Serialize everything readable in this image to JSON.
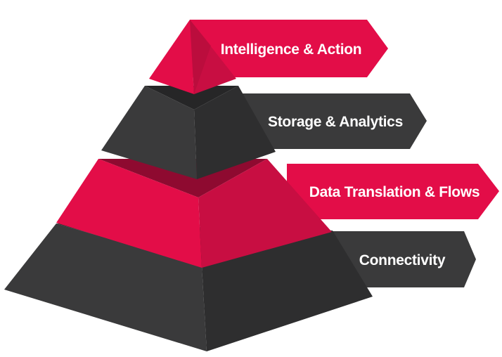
{
  "colors": {
    "accent": "#E30D48",
    "accent_mid": "#C80E42",
    "accent_dark": "#8E0A30",
    "dark": "#3A3A3B",
    "dark_mid": "#2E2E2F",
    "dark_deep": "#262627",
    "text": "#FFFFFF",
    "background": "#FFFFFF"
  },
  "layers": [
    {
      "label": "Intelligence & Action",
      "color": "accent"
    },
    {
      "label": "Storage & Analytics",
      "color": "dark"
    },
    {
      "label": "Data Translation & Flows",
      "color": "accent"
    },
    {
      "label": "Connectivity",
      "color": "dark"
    }
  ]
}
